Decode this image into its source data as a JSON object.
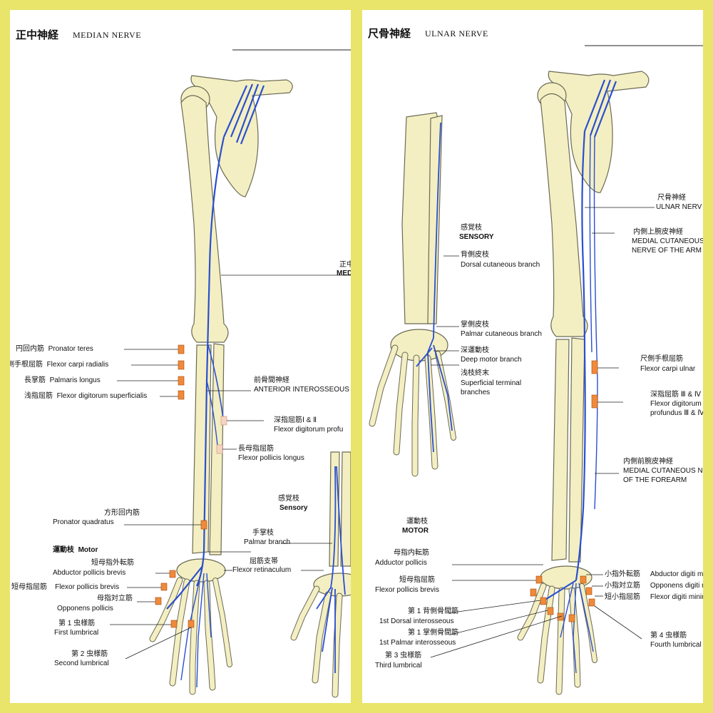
{
  "colors": {
    "frame": "#e8e56a",
    "bone": "#f4efc2",
    "bone_outline": "#6b6a55",
    "nerve": "#2a4fd0",
    "muscle_marker": "#f08a3a"
  },
  "median": {
    "title_jp": "正中神経",
    "title_en": "MEDIAN NERVE",
    "nerve_label_jp": "正中",
    "nerve_label_en": "MEDI",
    "muscles": [
      {
        "jp": "円回内筋",
        "en": "Pronator teres"
      },
      {
        "jp": "側手根屈筋",
        "en": "Flexor carpi radialis"
      },
      {
        "jp": "長掌筋",
        "en": "Palmaris longus"
      },
      {
        "jp": "浅指屈筋",
        "en": "Flexor digitorum superficialis"
      }
    ],
    "anterior_jp": "前骨間神経",
    "anterior_en": "ANTERIOR INTEROSSEOUS",
    "fdp_jp": "深指屈筋Ⅰ & Ⅱ",
    "fdp_en": "Flexor digitorum profu",
    "fpl_jp": "長母指屈筋",
    "fpl_en": "Flexor pollicis longus",
    "sensory_jp": "感覚枝",
    "sensory_en": "Sensory",
    "pq_jp": "方形回内筋",
    "pq_en": "Pronator quadratus",
    "palmar_jp": "手掌枝",
    "palmar_en": "Palmar branch",
    "motor_jp": "運動枝",
    "motor_en": "Motor",
    "apb_jp": "短母指外転筋",
    "apb_en": "Abductor pollicis brevis",
    "fpb_jp": "短母指屈筋",
    "fpb_en": "Flexor pollicis brevis",
    "ret_jp": "屈筋支帯",
    "ret_en": "Flexor retinaculum",
    "op_jp": "母指対立筋",
    "op_en": "Opponens pollicis",
    "l1_jp": "第 1 虫様筋",
    "l1_en": "First lumbrical",
    "l2_jp": "第 2 虫様筋",
    "l2_en": "Second lumbrical"
  },
  "ulnar": {
    "title_jp": "尺骨神経",
    "title_en": "ULNAR NERVE",
    "sensory_jp": "感覚枝",
    "sensory_en": "SENSORY",
    "dorsal_jp": "背側皮枝",
    "dorsal_en": "Dorsal cutaneous branch",
    "palmar_jp": "掌側皮枝",
    "palmar_en": "Palmar cutaneous branch",
    "deep_jp": "深運動枝",
    "deep_en": "Deep motor branch",
    "sup_jp": "浅枝終末",
    "sup_en1": "Superficial terminal",
    "sup_en2": "branches",
    "nerve_jp": "尺骨神経",
    "nerve_en": "ULNAR NERV",
    "mcna_jp": "内側上腕皮神経",
    "mcna_en1": "MEDIAL CUTANEOUS",
    "mcna_en2": "NERVE OF THE ARM",
    "fcu_jp": "尺側手根屈筋",
    "fcu_en": "Flexor carpi ulnar",
    "fdp_jp": "深指屈筋 Ⅲ & Ⅳ",
    "fdp_en1": "Flexor digitorum",
    "fdp_en2": "profundus Ⅲ & Ⅳ",
    "mcnf_jp": "内側前腕皮神経",
    "mcnf_en1": "MEDIAL CUTANEOUS NE",
    "mcnf_en2": "OF THE FOREARM",
    "motor_jp": "運動枝",
    "motor_en": "MOTOR",
    "add_jp": "母指内転筋",
    "add_en": "Adductor pollicis",
    "fpb_jp": "短母指屈筋",
    "fpb_en": "Flexor pollicis brevis",
    "adm_jp": "小指外転筋",
    "adm_en": "Abductor digiti minimi",
    "odm_jp": "小指対立筋",
    "odm_en": "Opponens digiti minimi",
    "fdm_jp": "短小指屈筋",
    "fdm_en": "Flexor digiti minimi",
    "di1_jp": "第 1 背側骨間筋",
    "di1_en": "1st Dorsal interosseous",
    "pi1_jp": "第 1 掌側骨間筋",
    "pi1_en": "1st Palmar interosseous",
    "l3_jp": "第 3 虫様筋",
    "l3_en": "Third lumbrical",
    "l4_jp": "第 4 虫様筋",
    "l4_en": "Fourth lumbrical"
  }
}
